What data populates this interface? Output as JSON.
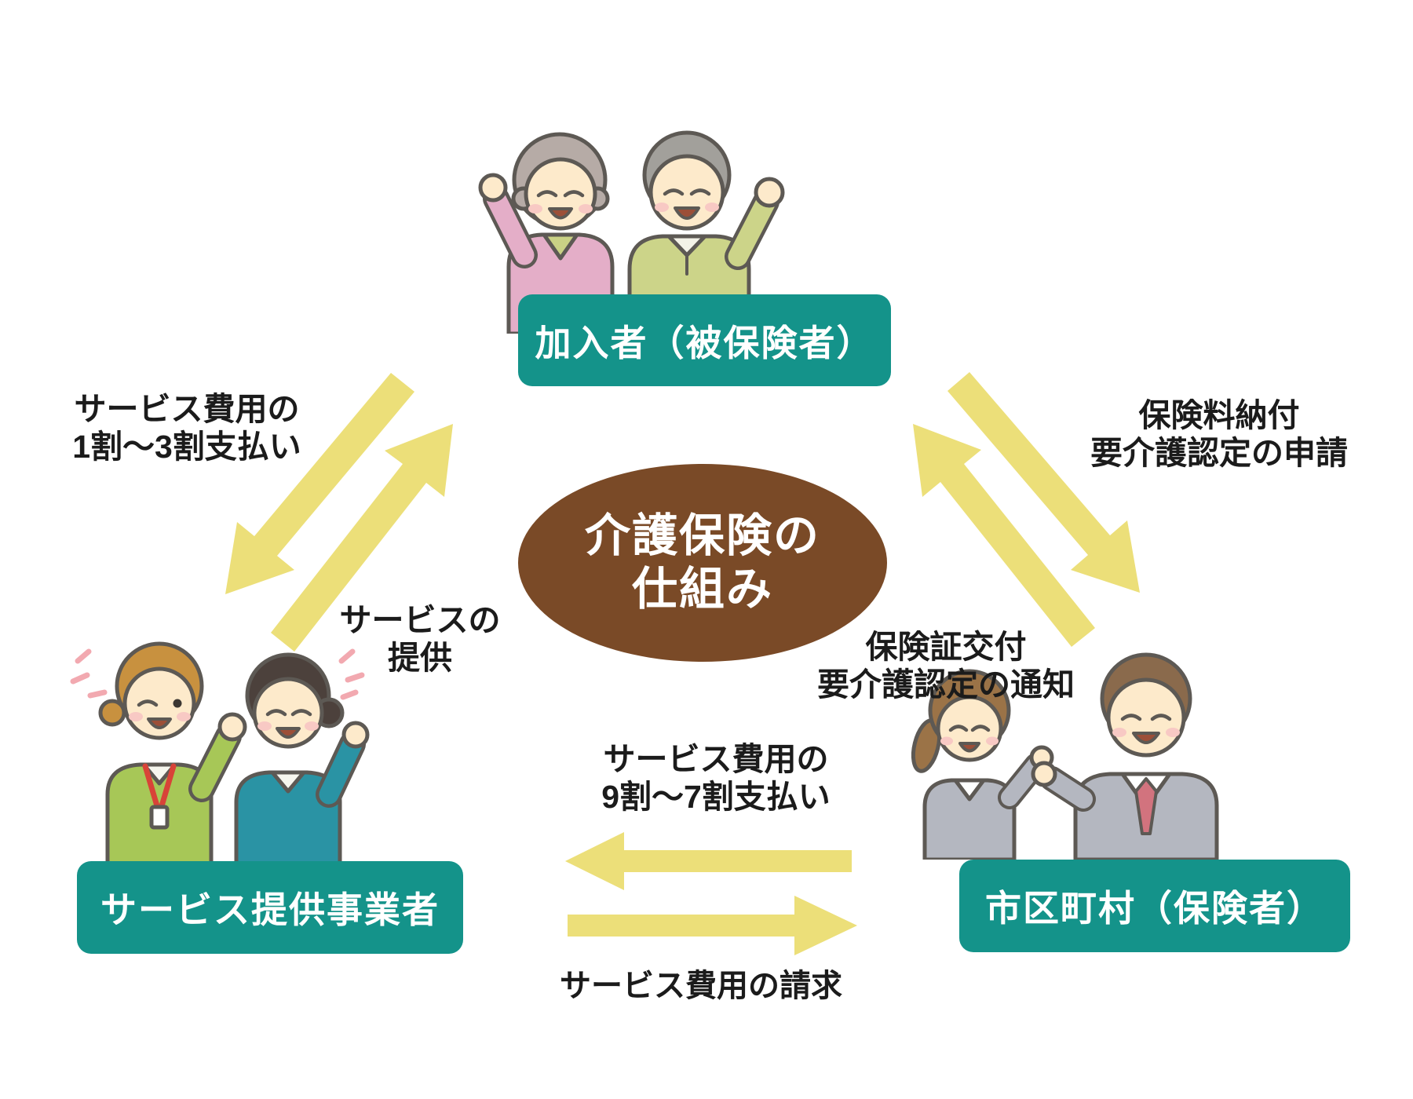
{
  "title": {
    "line1": "介護保険の",
    "line2": "仕組み"
  },
  "nodes": {
    "insured": {
      "label": "加入者（被保険者）"
    },
    "provider": {
      "label": "サービス提供事業者"
    },
    "municipality": {
      "label": "市区町村（保険者）"
    }
  },
  "flows": {
    "pay_1_3": {
      "line1": "サービス費用の",
      "line2": "1割〜3割支払い"
    },
    "service_provision": {
      "line1": "サービスの",
      "line2": "提供"
    },
    "premium_application": {
      "line1": "保険料納付",
      "line2": "要介護認定の申請"
    },
    "certificate_notice": {
      "line1": "保険証交付",
      "line2": "要介護認定の通知"
    },
    "pay_9_7": {
      "line1": "サービス費用の",
      "line2": "9割〜7割支払い"
    },
    "billing": {
      "label": "サービス費用の請求"
    }
  },
  "colors": {
    "node_teal": "#14938a",
    "ellipse_brown": "#7a4a27",
    "arrow_yellow": "#ecdf79",
    "label_text": "#1b1b1b",
    "node_text": "#ffffff"
  },
  "icons": {
    "insured_couple": "elderly-couple-icon",
    "service_staff": "care-workers-icon",
    "municipality_staff": "office-workers-icon"
  }
}
